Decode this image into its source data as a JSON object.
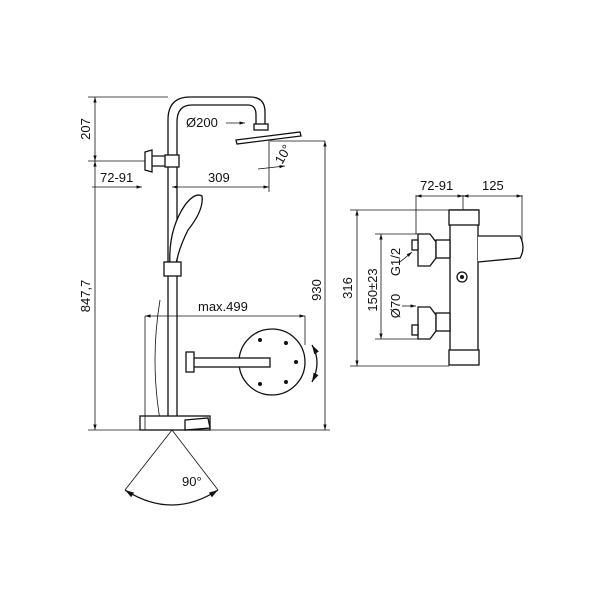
{
  "shower_column": {
    "dim_head_height": "207",
    "dim_head_diameter": "Ø200",
    "dim_head_angle": "10°",
    "dim_wall_offset": "72-91",
    "dim_arm_reach": "309",
    "dim_height_to_bracket": "847,7",
    "dim_total_height": "930",
    "dim_max_reach": "max.499",
    "dim_spout_swivel": "90°"
  },
  "mixer": {
    "dim_wall_offset": "72-91",
    "dim_spout_length": "125",
    "dim_height": "316",
    "dim_inlet_spacing": "150±23",
    "dim_thread": "G1/2",
    "dim_escutcheon": "Ø70"
  }
}
